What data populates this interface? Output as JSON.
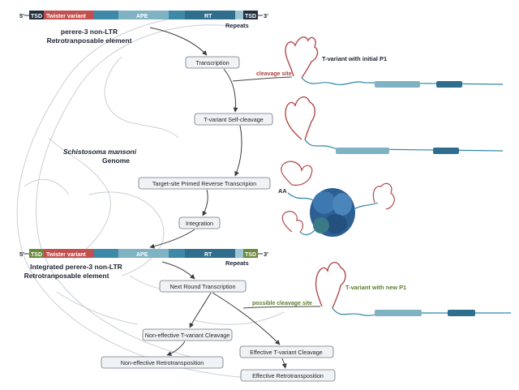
{
  "element_top": {
    "prime5": "5'",
    "prime3": "3'",
    "tsd_left": "TSD",
    "twister": "Twister variant",
    "ape": "APE",
    "rt": "RT",
    "tsd_right": "TSD",
    "repeats": "Repeats",
    "title_line1": "perere-3 non-LTR",
    "title_line2": "Retrotranposable element"
  },
  "element_bottom": {
    "prime5": "5'",
    "prime3": "3'",
    "tsd_left": "TSD",
    "twister": "Twister variant",
    "ape": "APE",
    "rt": "RT",
    "tsd_right": "TSD",
    "repeats": "Repeats",
    "title_line1": "Integrated perere-3 non-LTR",
    "title_line2": "Retrotranposable element"
  },
  "genome": {
    "line1": "Schistosoma mansoni",
    "line2": "Genome"
  },
  "steps": {
    "transcription": "Transcription",
    "self_cleavage": "T-variant Self-cleavage",
    "tprt": "Target-site Primed Reverse Transcripion",
    "integration": "Integration",
    "next_round": "Next Round Transcription",
    "non_effective_cleavage": "Non-effective T-variant Cleavage",
    "non_effective_retro": "Non-effective Retrotransposition",
    "effective_cleavage": "Effective T-variant Cleavage",
    "effective_retro": "Effective Retrotransposition"
  },
  "annotations": {
    "t_variant_initial": "T-variant with initial P1",
    "cleavage_site": "cleavage site",
    "t_variant_new": "T-variant with new P1",
    "possible_cleavage_site": "possible cleavage site",
    "aa": "AA"
  },
  "colors": {
    "tsd": "#23303f",
    "tsd_green": "#6b8a3a",
    "twister": "#c2504f",
    "segment_light": "#7fb3c3",
    "segment_dark": "#2f6f8d",
    "segment_mid": "#3f89a8",
    "rna_red": "#b24a4a",
    "rna_blue": "#2f86a6",
    "protein": "#2d5f93",
    "box_fill": "#f0f3f5",
    "box_stroke": "#6c7782",
    "arrow": "#3b3b3b",
    "genome_outline": "#c9cfd6",
    "green_text": "#5a7d2b",
    "red_text": "#b0403f"
  }
}
